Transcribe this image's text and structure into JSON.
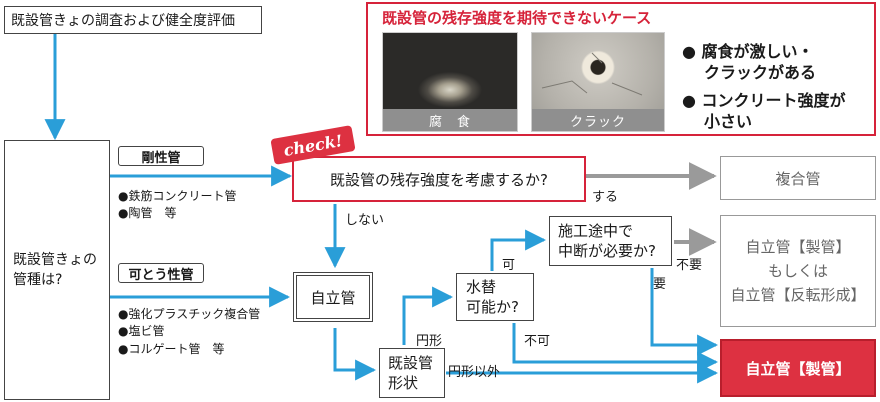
{
  "survey": {
    "title": "既設管きょの調査および健全度評価"
  },
  "pipe_kind": {
    "label_line1": "既設管きょの",
    "label_line2": "管種は?"
  },
  "rigid": {
    "tag": "剛性管",
    "items": [
      "●鉄筋コンクリート管",
      "●陶管　等"
    ]
  },
  "flexible": {
    "tag": "可とう性管",
    "items": [
      "●強化プラスチック複合管",
      "●塩ビ管",
      "●コルゲート管　等"
    ]
  },
  "callout": {
    "title": "既設管の残存強度を期待できないケース",
    "photo1_caption": "腐　食",
    "photo2_caption": "クラック",
    "bullet1_line1": "● 腐食が激しい・",
    "bullet1_line2": "クラックがある",
    "bullet2_line1": "● コンクリート強度が",
    "bullet2_line2": "小さい"
  },
  "check_badge": "check!",
  "question_strength": "既設管の残存強度を考慮するか?",
  "label_yes": "する",
  "label_no": "しない",
  "composite": "複合管",
  "self_standing": "自立管",
  "replace_q": {
    "line1": "水替",
    "line2": "可能か?"
  },
  "interrupt_q": {
    "line1": "施工途中で",
    "line2": "中断が必要か?"
  },
  "shape_box": {
    "line1": "既設管",
    "line2": "形状"
  },
  "label_possible": "可",
  "label_impossible": "不可",
  "label_needed": "要",
  "label_not_needed": "不要",
  "label_circular": "円形",
  "label_non_circular": "円形以外",
  "result_options": {
    "line1": "自立管【製管】",
    "line2": "もしくは",
    "line3": "自立管【反転形成】"
  },
  "result_final": "自立管【製管】",
  "colors": {
    "arrow_blue": "#2a9ed8",
    "arrow_gray": "#9a9a9a",
    "accent_red": "#d6233a",
    "result_red": "#dd3141"
  }
}
